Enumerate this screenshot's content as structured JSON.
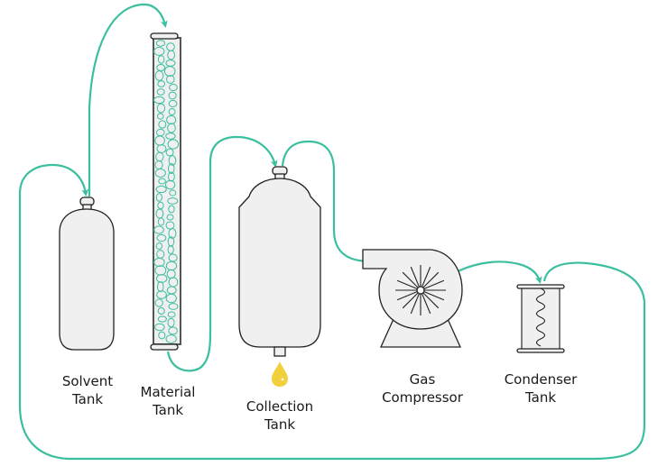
{
  "diagram": {
    "title": "Closed-loop extraction system",
    "colors": {
      "pipe": "#3bbf9f",
      "outline": "#222222",
      "fill": "#f0f0f0",
      "oil": "#f2d03b",
      "material": "#3bbf9f"
    },
    "components": [
      {
        "id": "solvent-tank",
        "label_line1": "Solvent",
        "label_line2": "Tank"
      },
      {
        "id": "material-tank",
        "label_line1": "Material",
        "label_line2": "Tank"
      },
      {
        "id": "collection-tank",
        "label_line1": "Collection",
        "label_line2": "Tank"
      },
      {
        "id": "gas-compressor",
        "label_line1": "Gas",
        "label_line2": "Compressor"
      },
      {
        "id": "condenser-tank",
        "label_line1": "Condenser",
        "label_line2": "Tank"
      }
    ],
    "flows": [
      {
        "from": "condenser-tank",
        "to": "solvent-tank"
      },
      {
        "from": "solvent-tank",
        "to": "material-tank"
      },
      {
        "from": "material-tank",
        "to": "collection-tank"
      },
      {
        "from": "collection-tank",
        "to": "gas-compressor"
      },
      {
        "from": "gas-compressor",
        "to": "condenser-tank"
      }
    ]
  }
}
